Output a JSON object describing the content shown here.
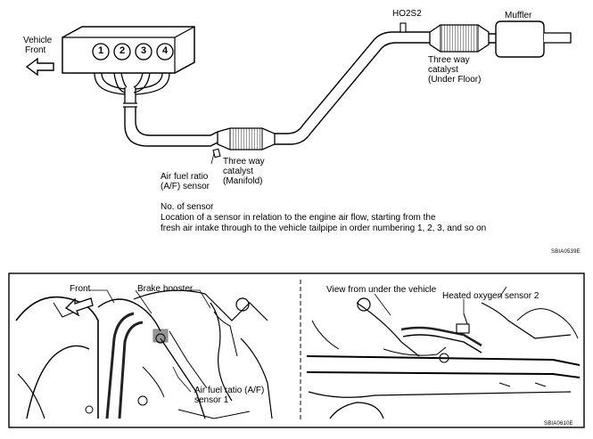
{
  "top_diagram": {
    "vehicle_front_line1": "Vehicle",
    "vehicle_front_line2": "Front",
    "cylinders": [
      "1",
      "2",
      "3",
      "4"
    ],
    "ho2s2": "HO2S2",
    "muffler": "Muffler",
    "underfloor_cat_1": "Three way",
    "underfloor_cat_2": "catalyst",
    "underfloor_cat_3": "(Under Floor)",
    "manifold_cat_1": "Three way",
    "manifold_cat_2": "catalyst",
    "manifold_cat_3": "(Manifold)",
    "af_sensor_1": "Air fuel ratio",
    "af_sensor_2": "(A/F) sensor",
    "note_title": "No. of sensor",
    "note_line1": "Location of a sensor in relation to the engine air flow, starting from the",
    "note_line2": "fresh air intake through to the vehicle tailpipe in order numbering 1, 2, 3, and so on",
    "figure_code": "SBIA0539E"
  },
  "bottom_diagram": {
    "front": "Front",
    "brake_booster": "Brake booster",
    "af_sensor1_1": "Air fuel ratio (A/F)",
    "af_sensor1_2": "sensor 1",
    "view_from_under": "View from under the vehicle",
    "heated_o2_sensor2": "Heated oxygen sensor 2",
    "figure_code": "SBIA0610E"
  }
}
